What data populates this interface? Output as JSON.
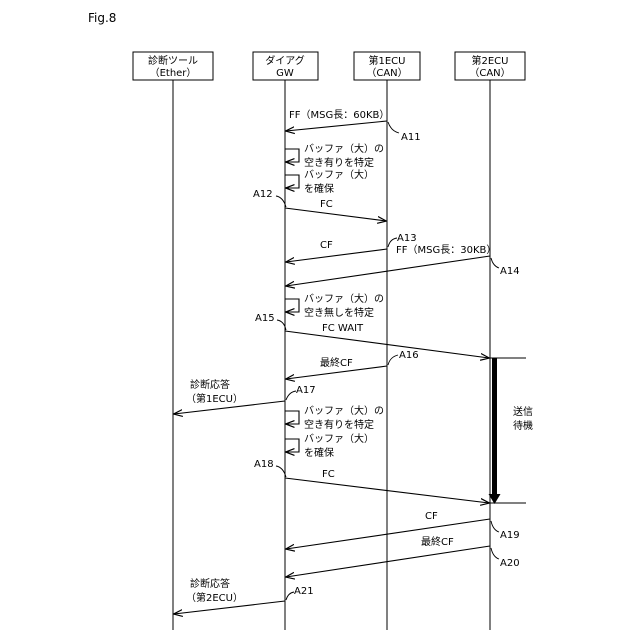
{
  "figure_label": "Fig.8",
  "lifelines": [
    {
      "name": "診断ツール",
      "sub": "（Ether）"
    },
    {
      "name": "ダイアグ",
      "sub": "GW"
    },
    {
      "name": "第1ECU",
      "sub": "（CAN）"
    },
    {
      "name": "第2ECU",
      "sub": "（CAN）"
    }
  ],
  "messages": {
    "ff_60kb": "FF（MSG長：60KB）",
    "fc_to_ecu1": "FC",
    "cf_from_ecu1": "CF",
    "ff_30kb": "FF（MSG長：30KB）",
    "fc_wait": "FC WAIT",
    "last_cf_from_ecu1": "最終CF",
    "diag_response_1": {
      "line1": "診断応答",
      "line2": "（第1ECU）"
    },
    "fc_to_ecu2": "FC",
    "cf_from_ecu2": "CF",
    "last_cf_from_ecu2": "最終CF",
    "diag_response_2": {
      "line1": "診断応答",
      "line2": "（第2ECU）"
    }
  },
  "gw_notes": [
    {
      "line1": "バッファ（大）の",
      "line2": "空き有りを特定"
    },
    {
      "line1": "バッファ（大）",
      "line2": "を確保"
    },
    {
      "line1": "バッファ（大）の",
      "line2": "空き無しを特定"
    },
    {
      "line1": "バッファ（大）の",
      "line2": "空き有りを特定"
    },
    {
      "line1": "バッファ（大）",
      "line2": "を確保"
    }
  ],
  "steps": {
    "a11": "A11",
    "a12": "A12",
    "a13": "A13",
    "a14": "A14",
    "a15": "A15",
    "a16": "A16",
    "a17": "A17",
    "a18": "A18",
    "a19": "A19",
    "a20": "A20",
    "a21": "A21"
  },
  "wait_period": {
    "line1": "送信",
    "line2": "待機"
  }
}
